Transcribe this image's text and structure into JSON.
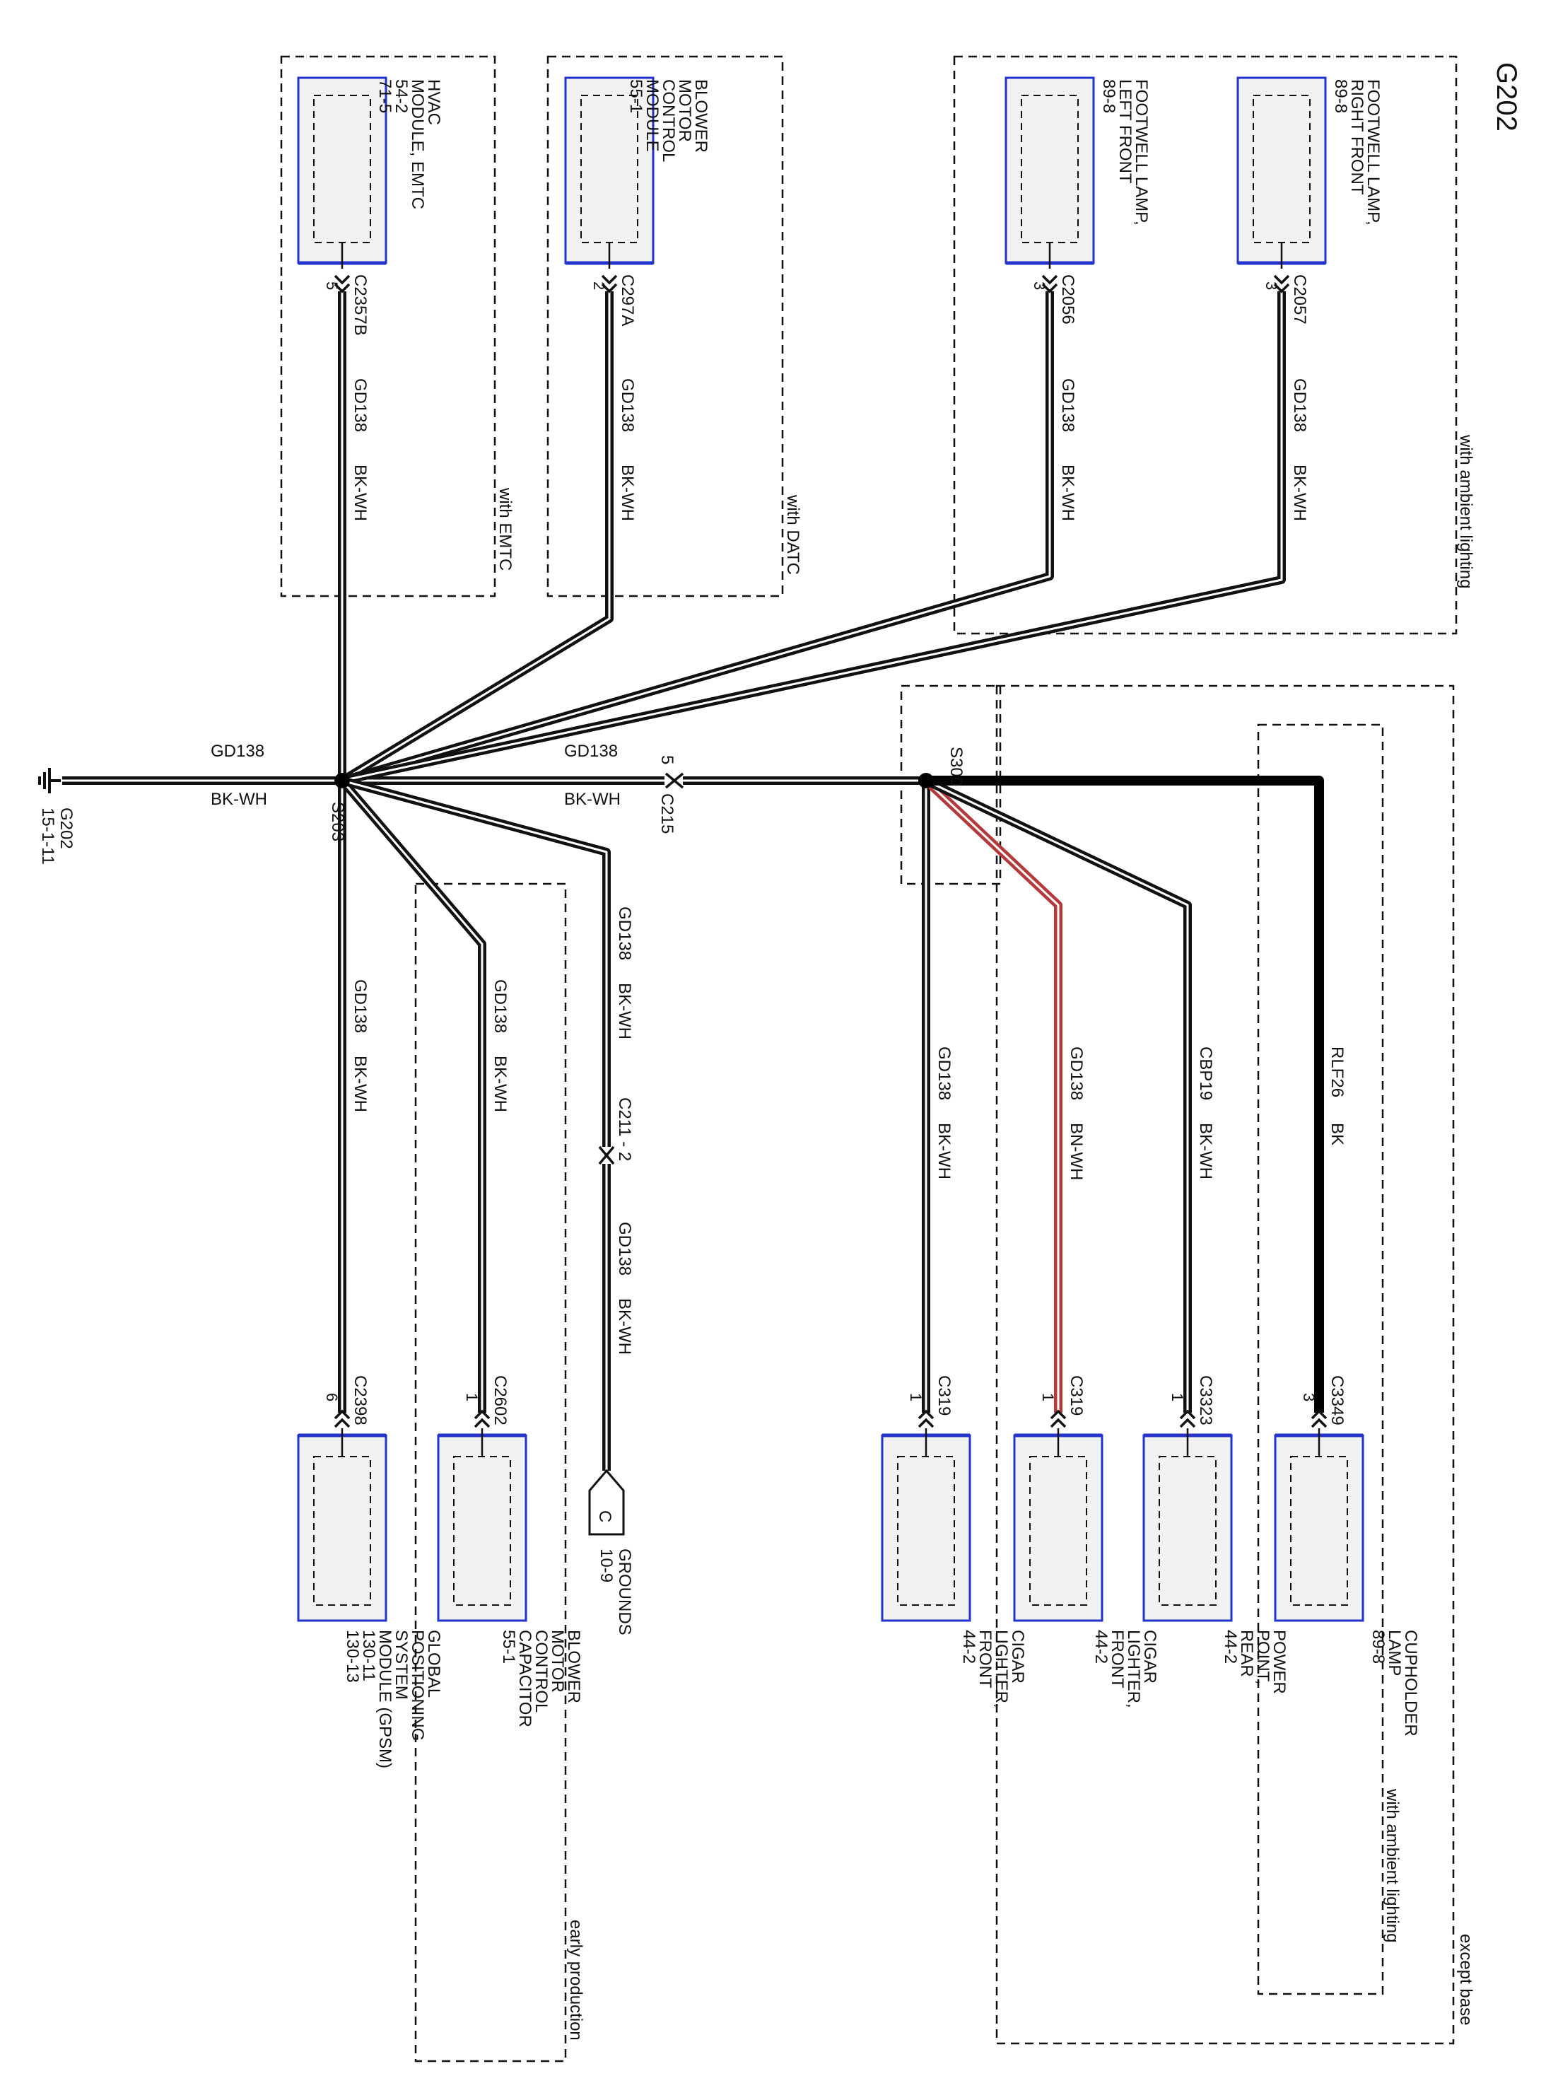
{
  "page_title": "G202",
  "ground": {
    "id": "G202",
    "ref": "15-1-11"
  },
  "splices": {
    "s203": "S203",
    "s300": "S300"
  },
  "main_wire": {
    "circuit": "GD138",
    "color": "BK-WH"
  },
  "c215": {
    "id": "C215",
    "pin": "5"
  },
  "groups": {
    "emtc": "with EMTC",
    "datc": "with DATC",
    "ambient_top": "with ambient lighting",
    "except_base": "except base",
    "ambient_bottom": "with ambient lighting",
    "early_production": "early production"
  },
  "top_modules": [
    {
      "lines": [
        "HVAC",
        "MODULE, EMTC",
        "54-2",
        "71-5"
      ],
      "connector": "C2357B",
      "pin": "5",
      "circuit": "GD138",
      "color": "BK-WH"
    },
    {
      "lines": [
        "BLOWER",
        "MOTOR",
        "CONTROL",
        "MODULE",
        "55-1"
      ],
      "connector": "C297A",
      "pin": "2",
      "circuit": "GD138",
      "color": "BK-WH"
    },
    {
      "lines": [
        "FOOTWELL LAMP,",
        "LEFT FRONT",
        "89-8"
      ],
      "connector": "C2056",
      "pin": "3",
      "circuit": "GD138",
      "color": "BK-WH"
    },
    {
      "lines": [
        "FOOTWELL LAMP,",
        "RIGHT FRONT",
        "89-8"
      ],
      "connector": "C2057",
      "pin": "3",
      "circuit": "GD138",
      "color": "BK-WH"
    }
  ],
  "bottom_modules": [
    {
      "lines": [
        "GLOBAL",
        "POSITIONING",
        "SYSTEM",
        "MODULE (GPSM)",
        "130-11",
        "130-13"
      ],
      "connector": "C2398",
      "pin": "6",
      "circuit": "GD138",
      "color": "BK-WH"
    },
    {
      "lines": [
        "BLOWER",
        "MOTOR",
        "CONTROL",
        "CAPACITOR",
        "55-1"
      ],
      "connector": "C2602",
      "pin": "1",
      "circuit": "GD138",
      "color": "BK-WH"
    },
    {
      "lines": [
        "CIGAR",
        "LIGHTER,",
        "FRONT",
        "44-2"
      ],
      "connector": "C319",
      "pin": "1",
      "circuit": "GD138",
      "color": "BK-WH"
    },
    {
      "lines": [
        "CIGAR",
        "LIGHTER,",
        "FRONT",
        "44-2"
      ],
      "connector": "C319",
      "pin": "1",
      "circuit": "GD138",
      "color": "BN-WH"
    },
    {
      "lines": [
        "POWER",
        "POINT,",
        "REAR",
        "44-2"
      ],
      "connector": "C3323",
      "pin": "1",
      "circuit": "CBP19",
      "color": "BK-WH"
    },
    {
      "lines": [
        "CUPHOLDER",
        "LAMP",
        "89-8"
      ],
      "connector": "C3349",
      "pin": "3",
      "circuit": "RLF26",
      "color": "BK"
    }
  ],
  "grounds_branch": {
    "upper_circuit": "GD138",
    "upper_color": "BK-WH",
    "inline_connector": "C211 - 2",
    "lower_circuit": "GD138",
    "lower_color": "BK-WH",
    "ref_letter": "C",
    "label_lines": [
      "GROUNDS",
      "10-9"
    ]
  }
}
